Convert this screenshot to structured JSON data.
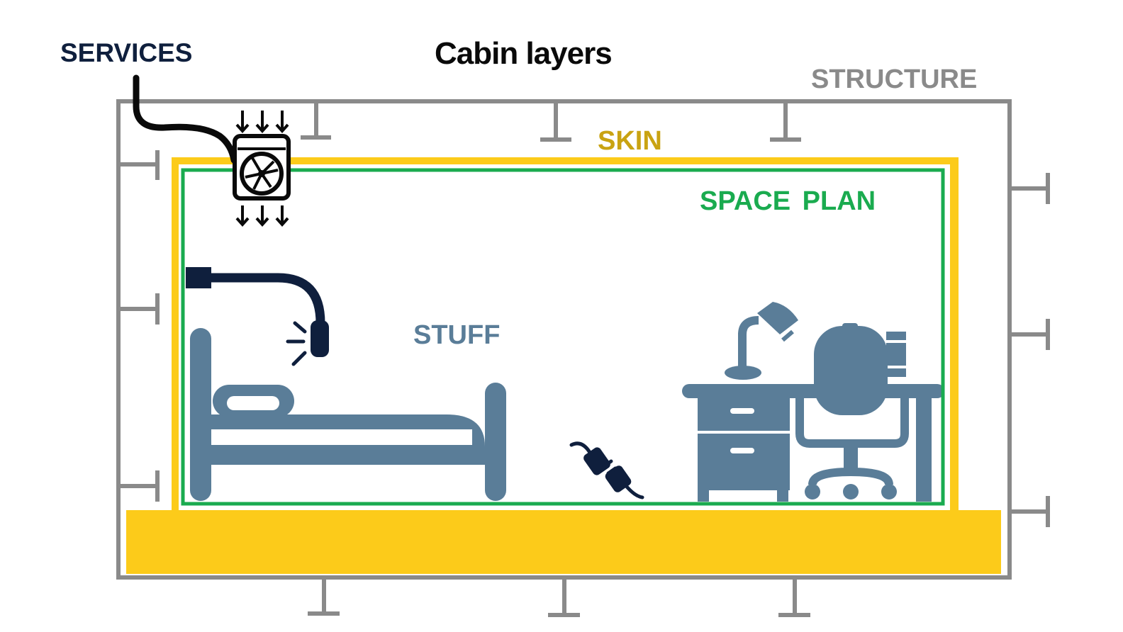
{
  "title": "Cabin layers",
  "labels": {
    "services": "SERVICES",
    "structure": "STRUCTURE",
    "skin": "SKIN",
    "space_plan": "SPACE PLAN",
    "stuff": "STUFF"
  },
  "colors": {
    "structure": "#8a8a8a",
    "skin": "#fccb1a",
    "space_plan": "#1aab4f",
    "stuff": "#5a7d98",
    "services": "#0f1f3d"
  },
  "icons": [
    "fan-vent-icon",
    "ceiling-lamp-icon",
    "bed-icon",
    "power-plug-icon",
    "desk-lamp-icon",
    "desk-icon",
    "office-chair-icon",
    "books-icon"
  ]
}
